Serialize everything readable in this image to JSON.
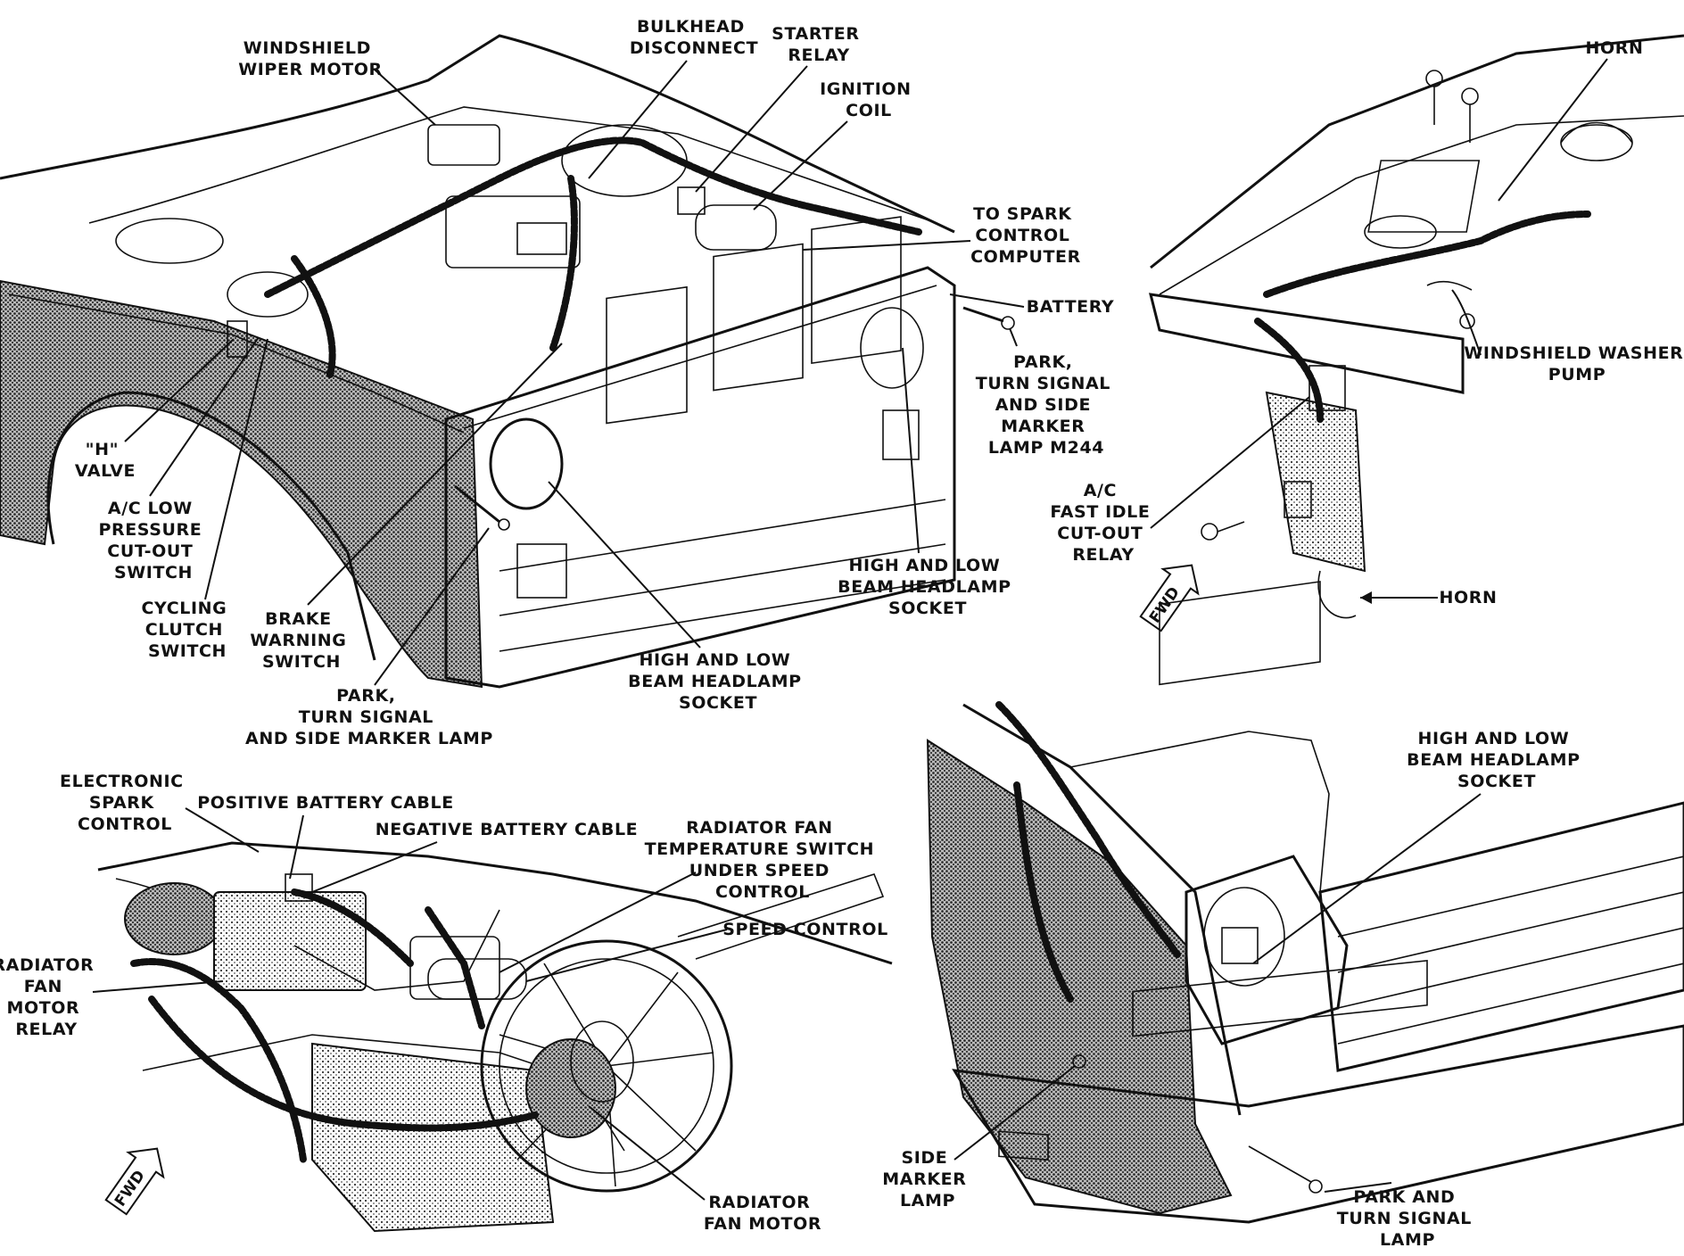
{
  "figure": {
    "panels": {
      "engine_compartment": {
        "labels": {
          "windshield_wiper_motor": [
            "WINDSHIELD",
            "WIPER MOTOR"
          ],
          "bulkhead_disconnect": [
            "BULKHEAD",
            "DISCONNECT"
          ],
          "starter_relay": [
            "STARTER",
            "RELAY"
          ],
          "ignition_coil": [
            "IGNITION",
            "COIL"
          ],
          "to_spark_control_computer": [
            "TO SPARK",
            "CONTROL",
            "COMPUTER"
          ],
          "battery": [
            "BATTERY"
          ],
          "park_turn_signal_m244": [
            "PARK,",
            "TURN SIGNAL",
            "AND SIDE",
            "MARKER",
            "LAMP M244"
          ],
          "h_valve": [
            "\"H\"",
            "VALVE"
          ],
          "ac_low_pressure": [
            "A/C LOW",
            "PRESSURE",
            "CUT-OUT",
            "SWITCH"
          ],
          "cycling_clutch": [
            "CYCLING",
            "CLUTCH",
            "SWITCH"
          ],
          "brake_warning": [
            "BRAKE",
            "WARNING",
            "SWITCH"
          ],
          "park_turn_side_lamp": [
            "PARK,",
            "TURN SIGNAL",
            "AND SIDE MARKER LAMP"
          ],
          "headlamp_socket_center": [
            "HIGH AND LOW",
            "BEAM HEADLAMP",
            "SOCKET"
          ],
          "headlamp_socket_right": [
            "HIGH AND LOW",
            "BEAM HEADLAMP",
            "SOCKET"
          ]
        }
      },
      "horn_area": {
        "labels": {
          "horn_top": [
            "HORN"
          ],
          "windshield_washer_pump": [
            "WINDSHIELD WASHER",
            "PUMP"
          ],
          "ac_fast_idle": [
            "A/C",
            "FAST IDLE",
            "CUT-OUT",
            "RELAY"
          ],
          "horn_bottom": [
            "HORN"
          ]
        },
        "badge": "FWD"
      },
      "radiator_fan": {
        "labels": {
          "electronic_spark_control": [
            "ELECTRONIC",
            "SPARK",
            "CONTROL"
          ],
          "positive_battery_cable": [
            "POSITIVE BATTERY CABLE"
          ],
          "negative_battery_cable": [
            "NEGATIVE BATTERY CABLE"
          ],
          "radiator_fan_temp_switch": [
            "RADIATOR FAN",
            "TEMPERATURE SWITCH",
            "UNDER SPEED",
            "CONTROL"
          ],
          "speed_control": [
            "SPEED CONTROL"
          ],
          "radiator_fan_motor_relay": [
            "RADIATOR",
            "FAN",
            "MOTOR",
            "RELAY"
          ],
          "radiator_fan_motor": [
            "RADIATOR",
            "FAN MOTOR"
          ]
        },
        "badge": "FWD"
      },
      "front_corner": {
        "labels": {
          "headlamp_socket": [
            "HIGH AND LOW",
            "BEAM HEADLAMP",
            "SOCKET"
          ],
          "side_marker_lamp": [
            "SIDE",
            "MARKER",
            "LAMP"
          ],
          "park_and_turn_signal_lamp": [
            "PARK AND",
            "TURN SIGNAL",
            "LAMP"
          ]
        }
      }
    }
  }
}
